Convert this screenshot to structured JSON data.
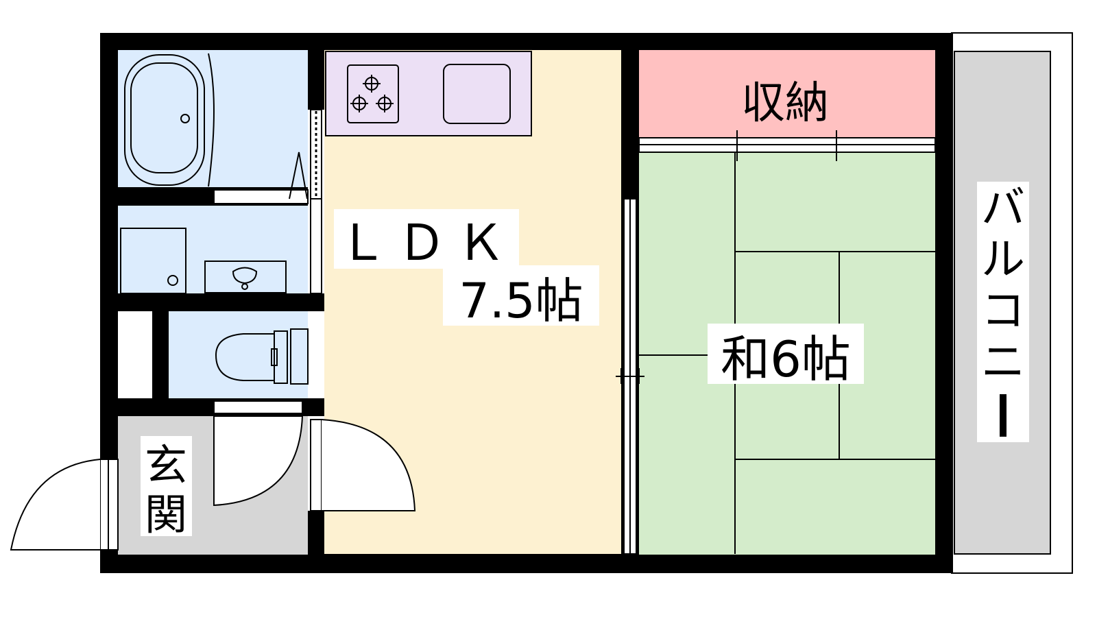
{
  "rooms": {
    "ldk_name": "ＬＤＫ",
    "ldk_size": "7.5帖",
    "washitsu": "和6帖",
    "storage": "収納",
    "entrance_1": "玄",
    "entrance_2": "関",
    "balcony": [
      "バ",
      "ル",
      "コ",
      "ニ",
      "ー"
    ]
  },
  "colors": {
    "wall": "#000000",
    "wet_area": "#dcecfd",
    "kitchen": "#ece0f5",
    "ldk": "#fdf1d1",
    "washitsu": "#d4eccb",
    "storage": "#ffc1c1",
    "entrance": "#d6d6d6",
    "balcony": "#d6d6d6"
  },
  "icons": [
    "bathtub-icon",
    "washbasin-icon",
    "toilet-icon",
    "stove-icon",
    "sink-icon",
    "swing-door-icon"
  ]
}
